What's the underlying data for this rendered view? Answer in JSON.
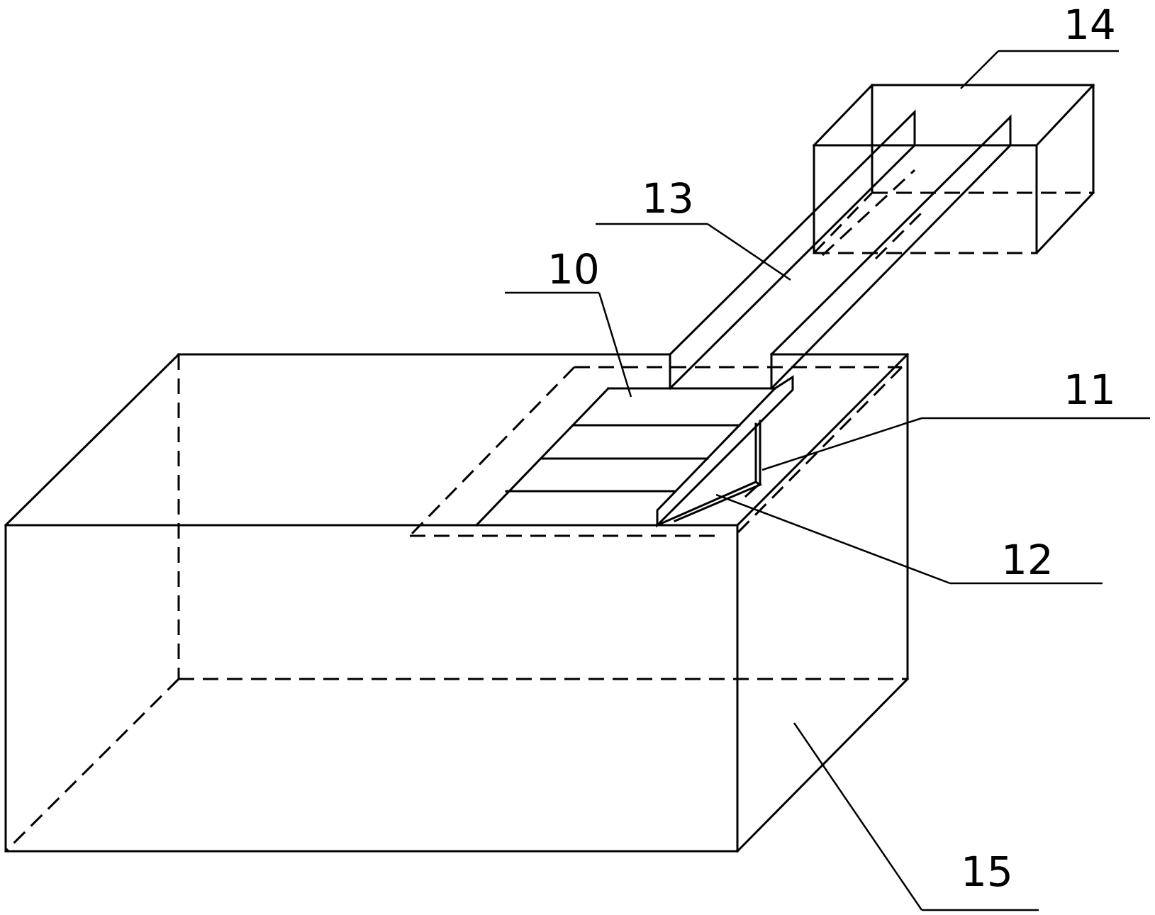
{
  "labels": {
    "l10": "10",
    "l11": "11",
    "l12": "12",
    "l13": "13",
    "l14": "14",
    "l15": "15"
  }
}
